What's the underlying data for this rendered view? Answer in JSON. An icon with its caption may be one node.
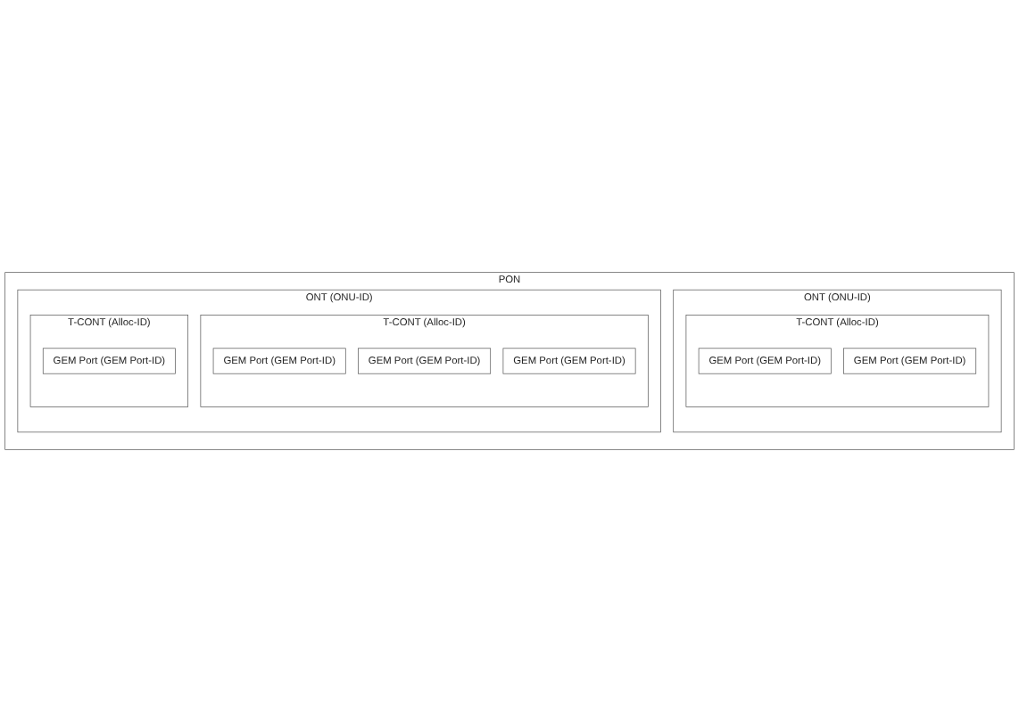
{
  "diagram": {
    "nodes": [
      {
        "text": [
          "PON"
        ]
      },
      {
        "text": [
          "ONT (ONU-ID)"
        ],
        "in": 0
      },
      {
        "text": [
          "T-CONT (Alloc-ID)"
        ],
        "in": 1
      },
      {
        "text": [
          "GEM Port (GEM Port-ID)"
        ],
        "in": 2
      },
      {
        "text": [
          "GEM Port (GEM Port-ID)"
        ],
        "in": 2
      },
      {
        "text": [
          "ONT (ONU-ID)"
        ],
        "in": 0
      },
      {
        "text": [
          "T-CONT (Alloc-ID)"
        ],
        "in": 5
      },
      {
        "text": [
          "GEM Port (GEM Port-ID)"
        ],
        "in": 6
      },
      {
        "text": [
          "GEM Port (GEM Port-ID)"
        ],
        "in": 6
      },
      {
        "text": [
          "GEM Port (GEM Port-ID)"
        ],
        "in": 6
      },
      {
        "text": [
          "T-CONT (Alloc-ID)"
        ],
        "in": 5
      },
      {
        "text": [
          "GEM Port (GEM Port-ID)"
        ],
        "in": 10
      }
    ]
  }
}
